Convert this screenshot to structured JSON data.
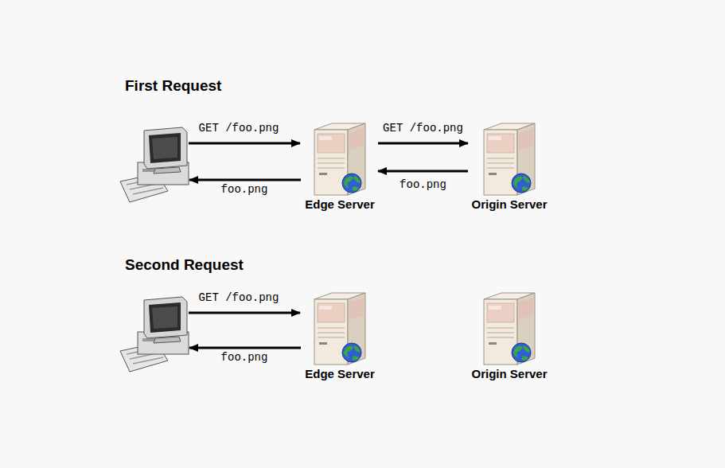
{
  "diagram": {
    "nodes": [
      {
        "text": [
          "Edge Server"
        ]
      },
      {
        "text": [
          "Origin Server"
        ]
      },
      {
        "text": [
          "Edge Server"
        ]
      },
      {
        "text": [
          "Origin Server"
        ]
      }
    ],
    "edges": [
      {
        "from": 0,
        "to": 1,
        "arrow": "to",
        "label": "GET /foo.png"
      },
      {
        "from": 1,
        "to": 0,
        "arrow": "to",
        "label": "foo.png"
      }
    ],
    "labels": [
      "First Request",
      "GET /foo.png",
      "foo.png",
      "Second Request",
      "GET /foo.png",
      "foo.png"
    ]
  }
}
